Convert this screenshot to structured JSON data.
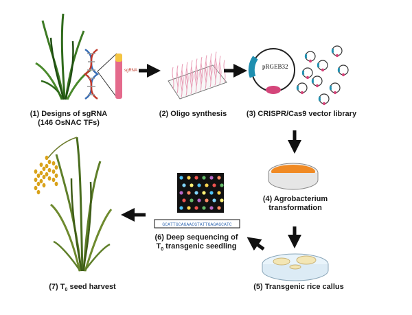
{
  "steps": [
    {
      "label_line1": "(1) Designs of sgRNA",
      "label_line2": "(146 OsNAC TFs)"
    },
    {
      "label_line1": "(2) Oligo synthesis"
    },
    {
      "label_line1": "(3) CRISPR/Cas9 vector library"
    },
    {
      "label_line1": "(4) Agrobacterium",
      "label_line2": "transformation"
    },
    {
      "label_line1": "(5) Transgenic rice callus"
    },
    {
      "label_line1": "(6) Deep sequencing of",
      "label_line2_pre": "T",
      "label_line2_sub": "0",
      "label_line2_post": " transgenic seedling"
    },
    {
      "label_pre": "(7) T",
      "label_sub": "0",
      "label_post": " seed harvest"
    }
  ],
  "annotations": {
    "sgrna_tag": "sgRNA",
    "vector_name": "pRGEB32",
    "sequence_read": "GCATTGCAGAACGTATTGAGAGCATC"
  },
  "colors": {
    "plant_green": "#3d7a24",
    "plant_dark": "#1f4d12",
    "dna_blue": "#3b6fb5",
    "dna_red": "#c0392b",
    "sgrna_pink": "#e46a8c",
    "plasmid_teal": "#1f8fb0",
    "plasmid_pink": "#d4457a",
    "petri_orange": "#f08a24",
    "callus_cream": "#f3e6b5",
    "grain_yellow": "#d9a21a",
    "arrow_black": "#111111"
  },
  "icons": [
    "rice-plant-icon",
    "dna-helix-icon",
    "sgrna-icon",
    "oligo-array-icon",
    "plasmid-icon",
    "petri-dish-icon",
    "sequencing-grid-icon",
    "rice-harvest-icon"
  ]
}
